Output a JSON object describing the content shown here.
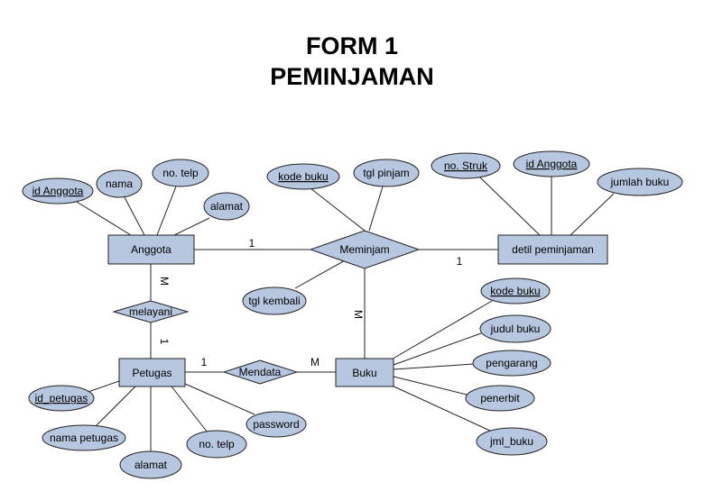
{
  "title": {
    "line1": "FORM 1",
    "line2": "PEMINJAMAN"
  },
  "entities": {
    "anggota": "Anggota",
    "petugas": "Petugas",
    "buku": "Buku",
    "detil": "detil peminjaman"
  },
  "relationships": {
    "meminjam": "Meminjam",
    "melayani": "melayani",
    "mendata": "Mendata"
  },
  "attributes": {
    "anggota": {
      "id": "id Anggota",
      "nama": "nama",
      "telp": "no. telp",
      "alamat": "alamat"
    },
    "meminjam": {
      "kode": "kode buku",
      "tgl_pinjam": "tgl pinjam",
      "tgl_kembali": "tgl kembali"
    },
    "detil": {
      "struk": "no. Struk",
      "id_anggota": "id Anggota",
      "jumlah": "jumlah buku"
    },
    "buku": {
      "kode": "kode buku",
      "judul": "judul buku",
      "pengarang": "pengarang",
      "penerbit": "penerbit",
      "jml": "jml_buku"
    },
    "petugas": {
      "id": "id_petugas",
      "nama": "nama petugas",
      "alamat": "alamat",
      "telp": "no. telp",
      "password": "password"
    }
  },
  "cardinalities": {
    "anggota_meminjam": "1",
    "meminjam_detil": "1",
    "meminjam_buku": "M",
    "anggota_melayani": "M",
    "melayani_petugas": "1",
    "petugas_mendata": "1",
    "mendata_buku": "M"
  }
}
